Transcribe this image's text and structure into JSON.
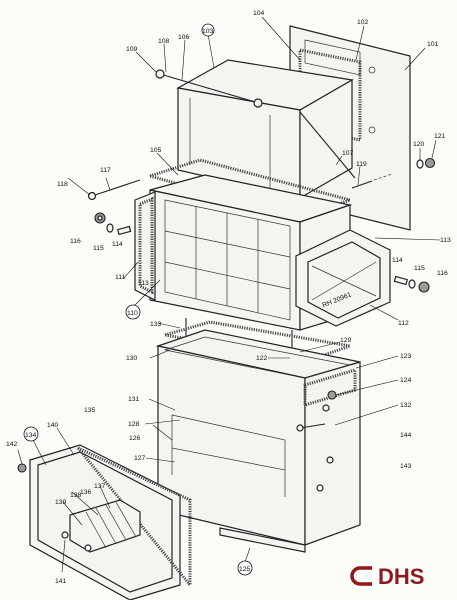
{
  "labels": {
    "l101": "101",
    "l102": "102",
    "l103": "103",
    "l104": "104",
    "l105": "105",
    "l106": "106",
    "l107": "107",
    "l108": "108",
    "l109": "109",
    "l110": "110",
    "l111": "111",
    "l112": "112",
    "l113a": "113",
    "l113b": "113",
    "l114a": "114",
    "l114b": "114",
    "l115a": "115",
    "l115b": "115",
    "l116a": "116",
    "l116b": "116",
    "l117": "117",
    "l118": "118",
    "l119": "119",
    "l120": "120",
    "l121": "121",
    "l122": "122",
    "l123": "123",
    "l124": "124",
    "l125": "125",
    "l126": "126",
    "l127": "127",
    "l128": "128",
    "l129": "129",
    "l130": "130",
    "l131": "131",
    "l132": "132",
    "l133": "133",
    "l134": "134",
    "l135": "135",
    "l136": "136",
    "l137": "137",
    "l138": "138",
    "l139": "139",
    "l140": "140",
    "l141": "141",
    "l142": "142",
    "l143": "143",
    "l144": "144"
  },
  "plate_text": "RH 20961",
  "logo": {
    "text": "DHS",
    "color": "#8c1b1f"
  }
}
